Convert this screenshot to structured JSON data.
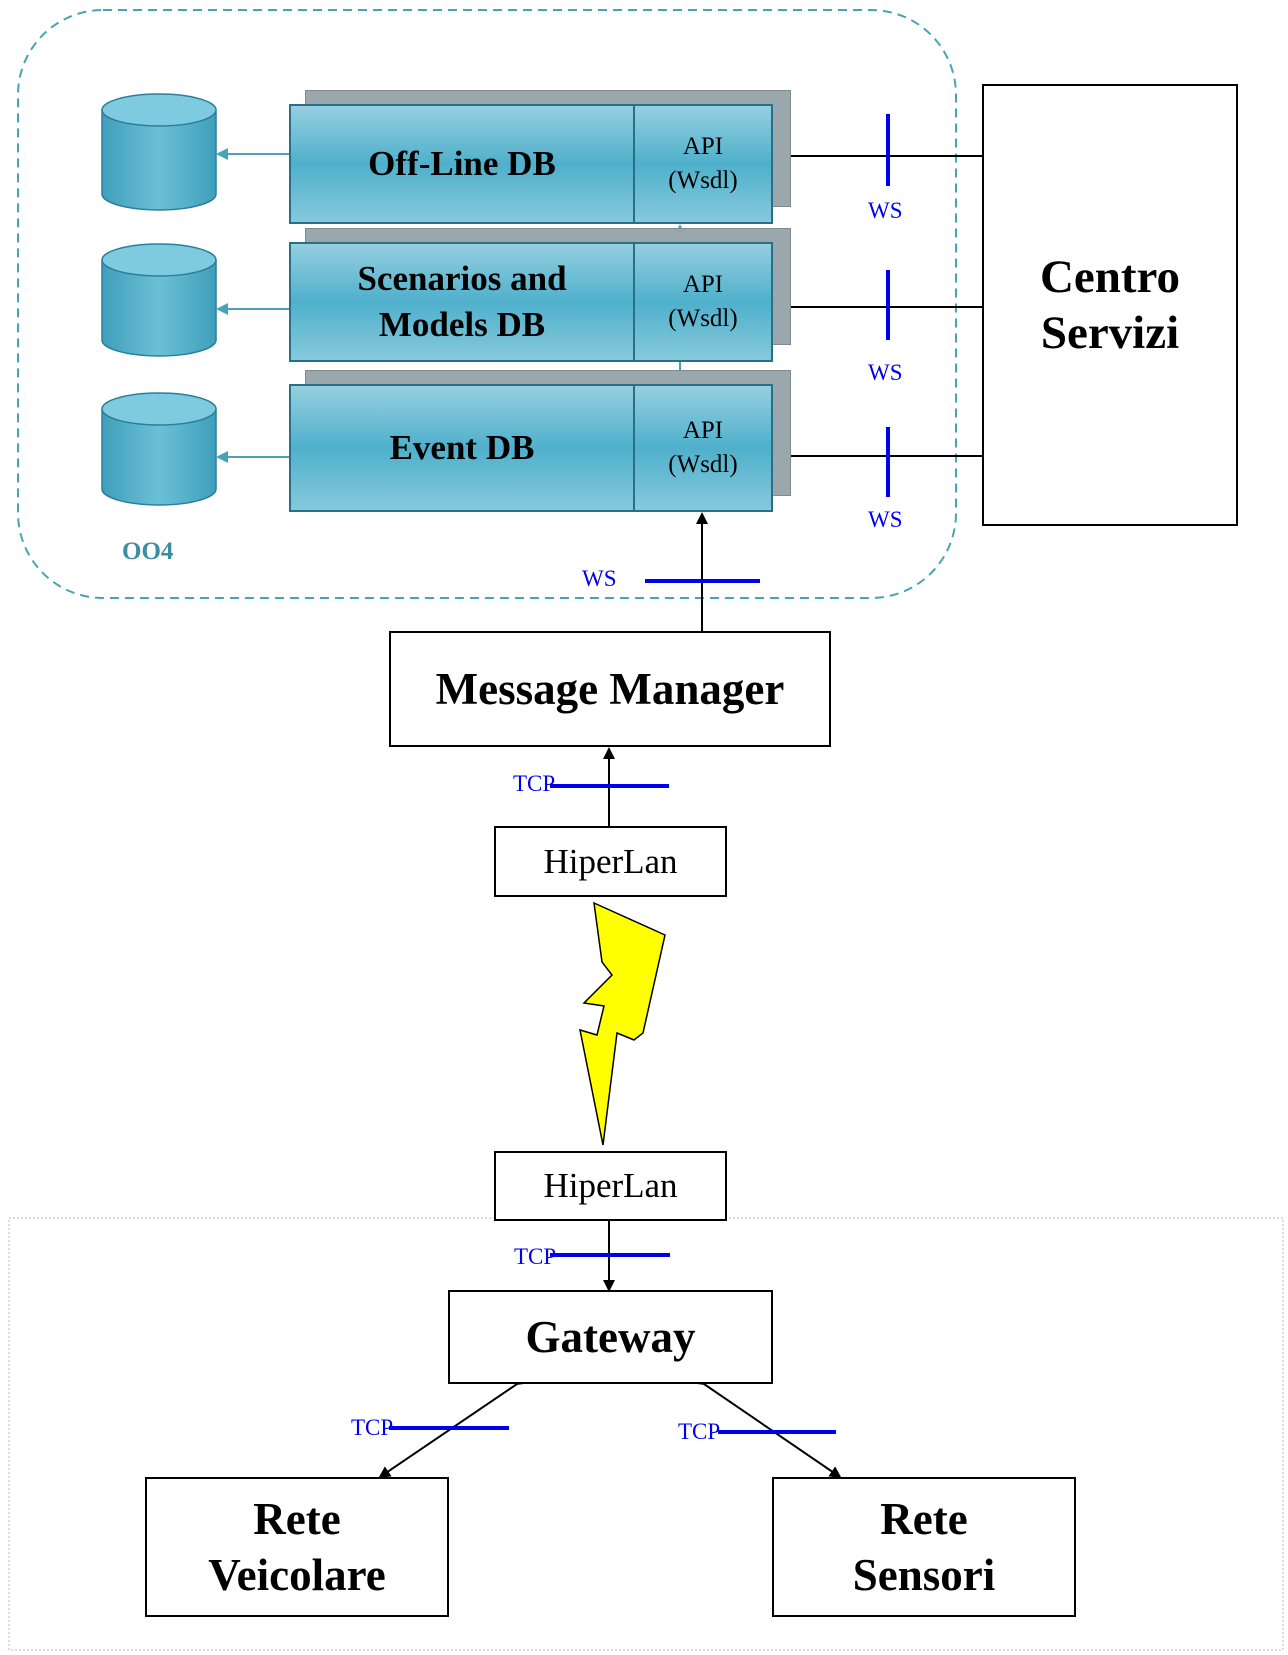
{
  "zone_label": "OO4",
  "databases": [
    {
      "name": "Off-Line DB",
      "api": "API\n(Wsdl)"
    },
    {
      "name": "Scenarios and\nModels DB",
      "api": "API\n(Wsdl)"
    },
    {
      "name": "Event DB",
      "api": "API\n(Wsdl)"
    }
  ],
  "centro": "Centro\nServizi",
  "message_manager": "Message Manager",
  "hiperlan_top": "HiperLan",
  "hiperlan_bottom": "HiperLan",
  "gateway": "Gateway",
  "rete_veicolare": "Rete\nVeicolare",
  "rete_sensori": "Rete\nSensori",
  "ws_labels": [
    "WS",
    "WS",
    "WS",
    "WS"
  ],
  "tcp_labels": [
    "TCP",
    "TCP",
    "TCP",
    "TCP"
  ],
  "colors": {
    "zone_border": "#4aa3b5",
    "db_fill": "#4fb0cb",
    "protocol_marker": "#0000ee",
    "lightning": "#ffff00",
    "zone_label": "#3a8ea0"
  }
}
